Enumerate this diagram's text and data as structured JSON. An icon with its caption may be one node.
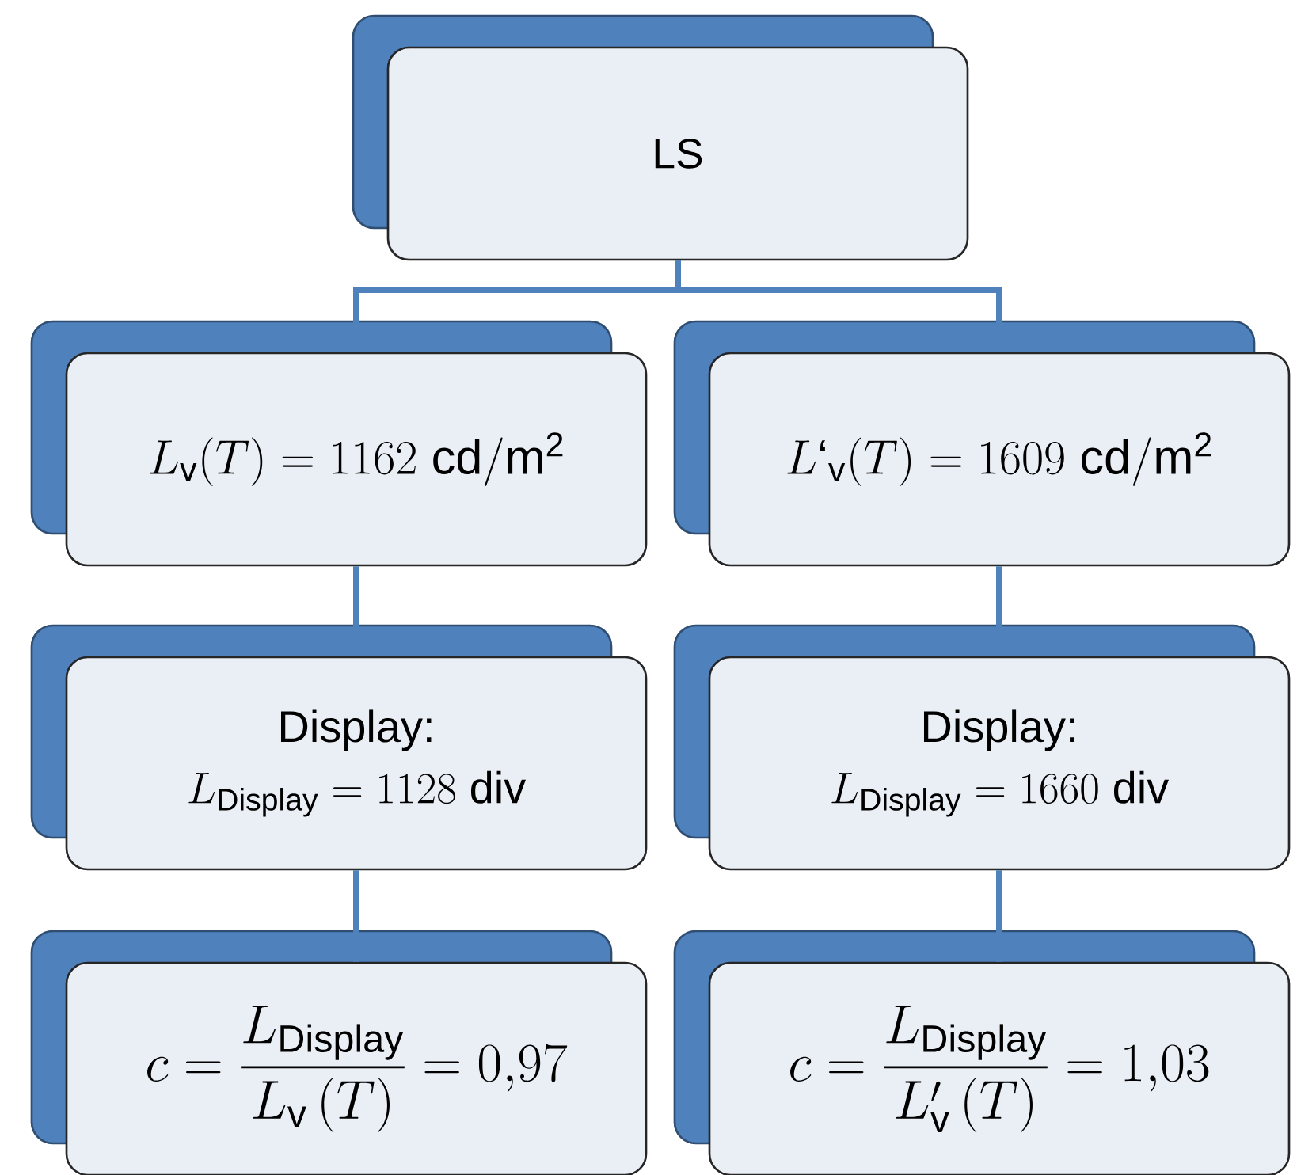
{
  "diagram": {
    "nodes": [
      {
        "text": [
          "LS"
        ]
      },
      {
        "text": [
          "L_{\\mathrm{v}}(T) = 1162\\ \\mathrm{cd/m^{2}}"
        ]
      },
      {
        "text": [
          "L`_{\\mathrm{v}}(T) = 1609\\ \\mathrm{cd/m^{2}}"
        ]
      },
      {
        "text": [
          "Display:",
          "L_{\\mathrm{Display}} = 1128\\ \\mathrm{div}"
        ]
      },
      {
        "text": [
          "Display:",
          "L_{\\mathrm{Display}} = 1660\\ \\mathrm{div}"
        ]
      },
      {
        "text": [
          "c = \\frac{L_{\\mathrm{Display}}}{L_{\\mathrm{v}}\\,(T)} = 0{,}97"
        ]
      },
      {
        "text": [
          "c = \\frac{L_{\\mathrm{Display}}}{L'_{\\mathrm{v}}\\,(T)} = 1{,}03"
        ]
      }
    ],
    "edges": [
      {
        "from": 0,
        "to": 1,
        "arrow": "none"
      },
      {
        "from": 0,
        "to": 2,
        "arrow": "none"
      },
      {
        "from": 1,
        "to": 3,
        "arrow": "none"
      },
      {
        "from": 2,
        "to": 4,
        "arrow": "none"
      },
      {
        "from": 3,
        "to": 5,
        "arrow": "none"
      },
      {
        "from": 4,
        "to": 6,
        "arrow": "none"
      }
    ]
  }
}
